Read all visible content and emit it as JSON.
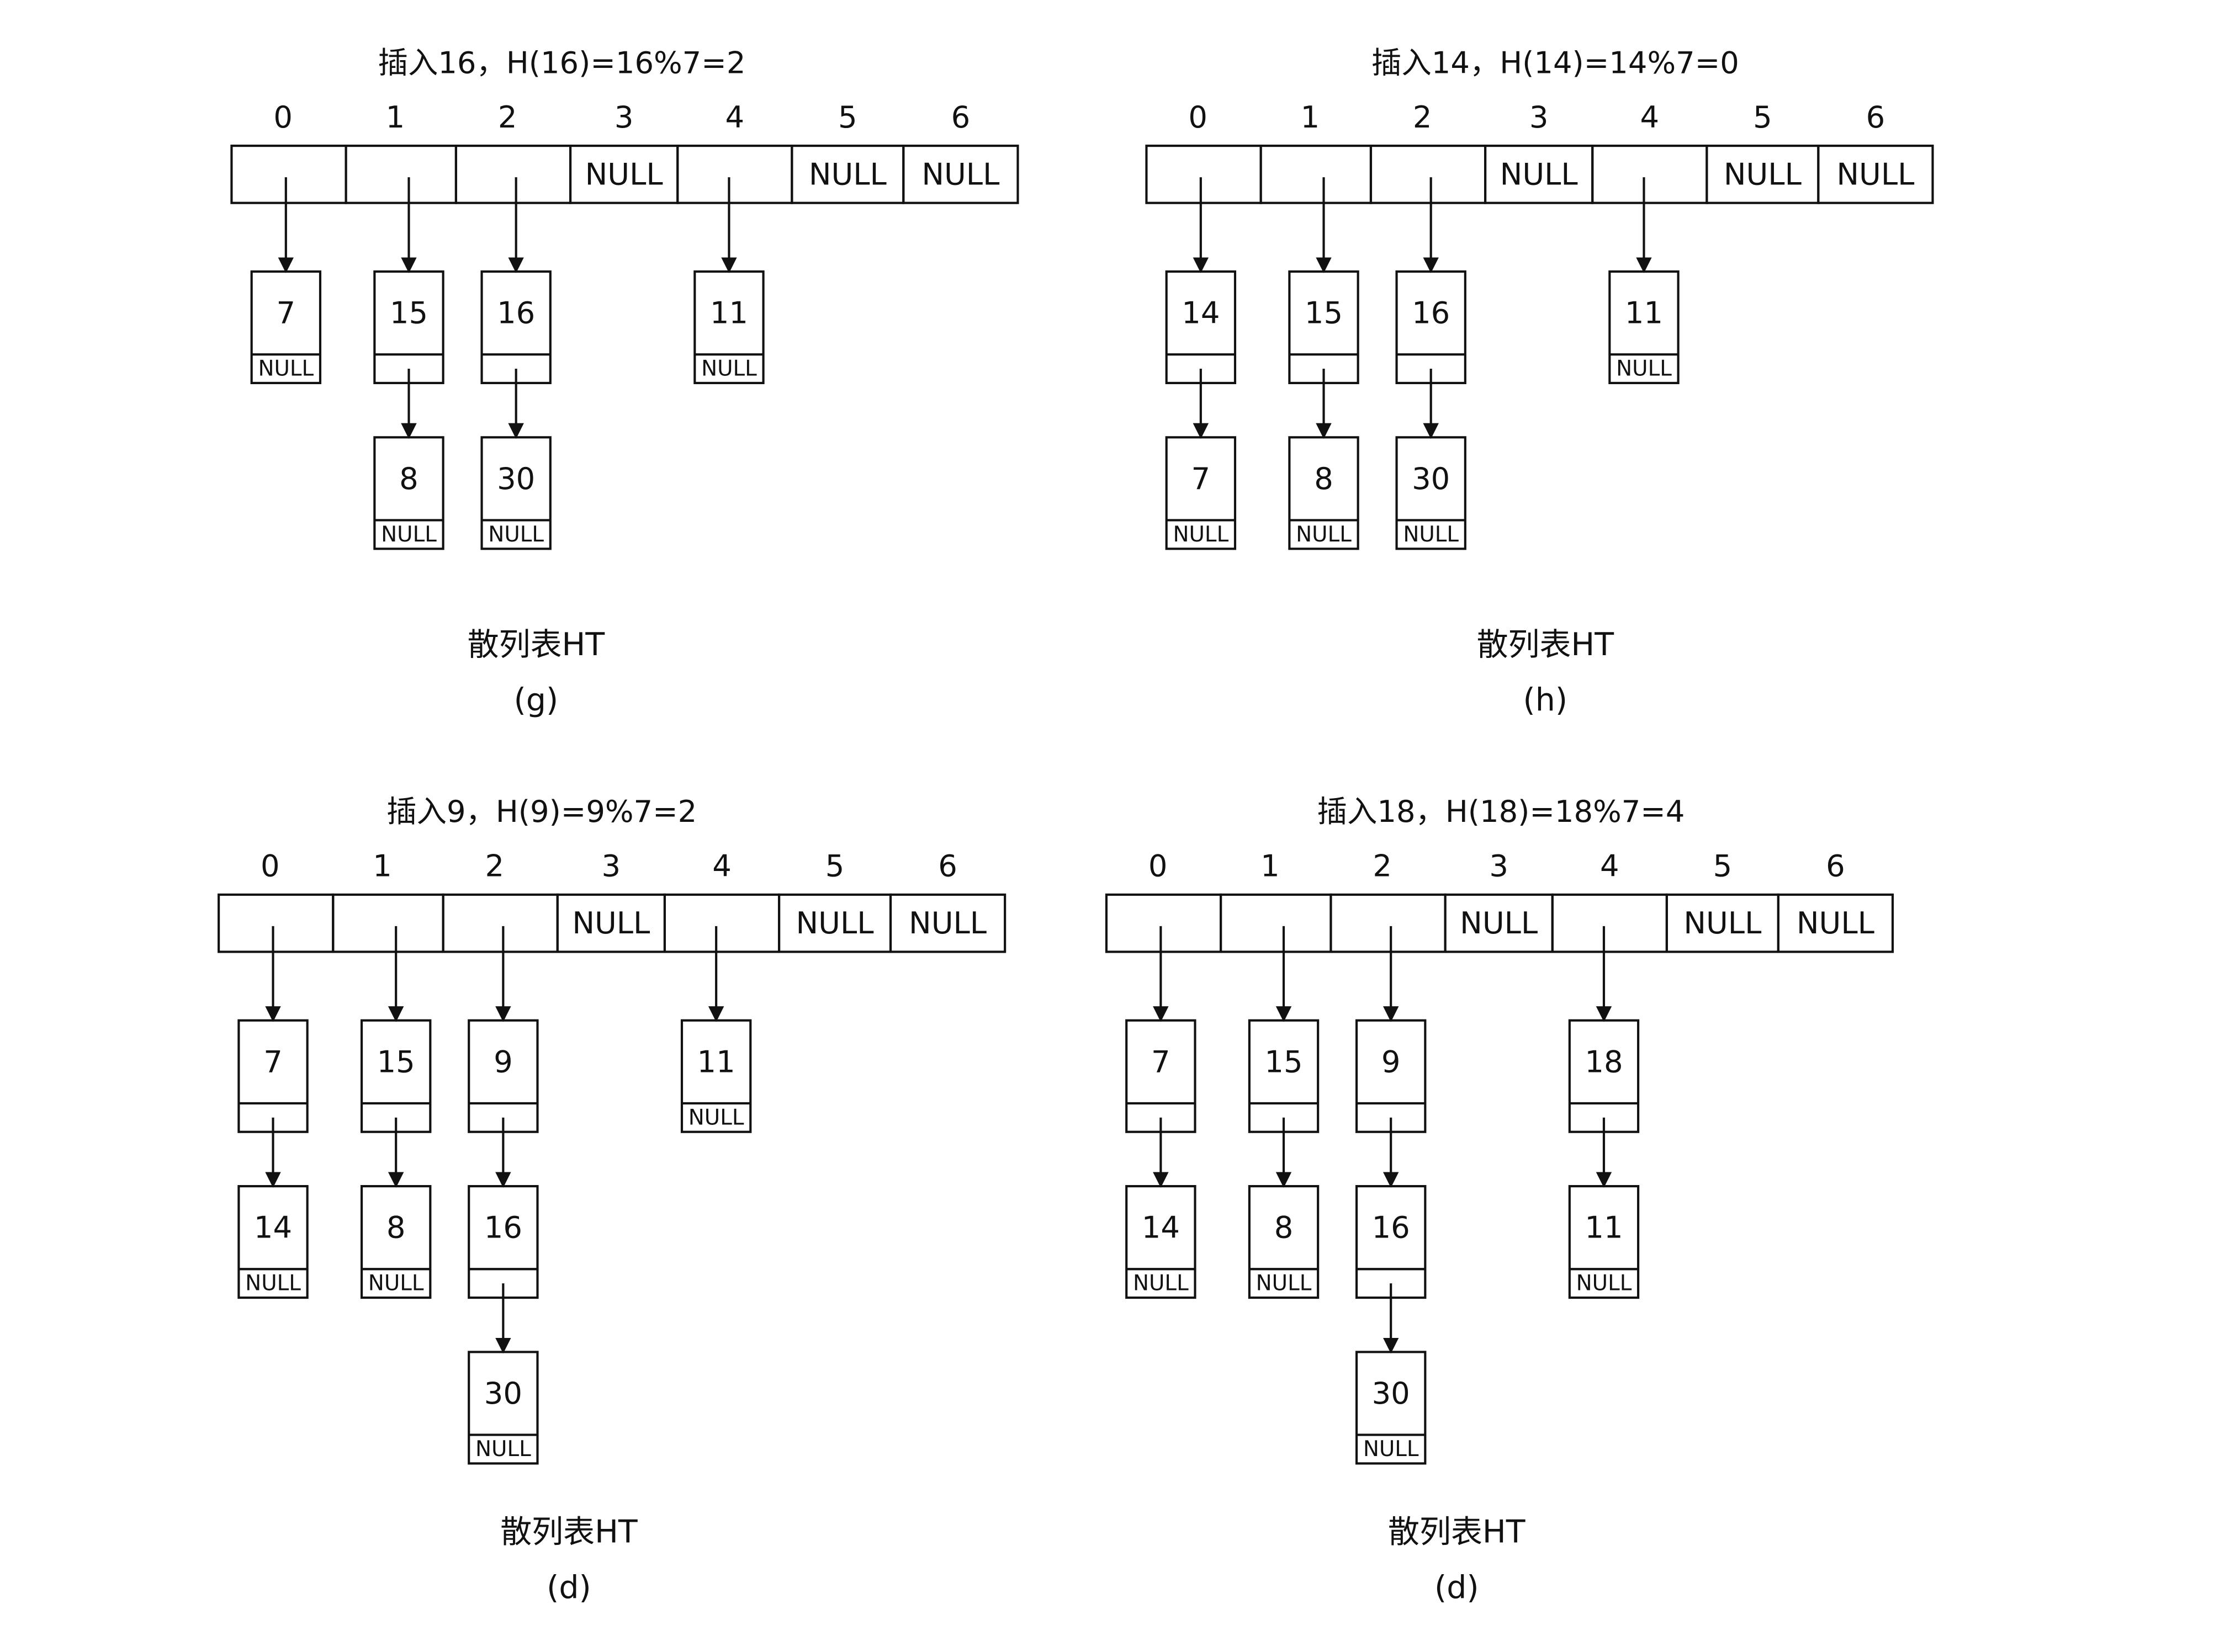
{
  "diagrams": [
    {
      "title": "插入16，H(16)=16%7=2",
      "indices": [
        "0",
        "1",
        "2",
        "3",
        "4",
        "5",
        "6"
      ],
      "slots": [
        "",
        "",
        "",
        "NULL",
        "",
        "NULL",
        "NULL"
      ],
      "chains": [
        {
          "slot": 0,
          "nodes": [
            "7"
          ]
        },
        {
          "slot": 1,
          "nodes": [
            "15",
            "8"
          ]
        },
        {
          "slot": 2,
          "nodes": [
            "16",
            "30"
          ]
        },
        {
          "slot": 4,
          "nodes": [
            "11"
          ]
        }
      ],
      "caption": "散列表HT",
      "label": "(g)"
    },
    {
      "title": "插入14，H(14)=14%7=0",
      "indices": [
        "0",
        "1",
        "2",
        "3",
        "4",
        "5",
        "6"
      ],
      "slots": [
        "",
        "",
        "",
        "NULL",
        "",
        "NULL",
        "NULL"
      ],
      "chains": [
        {
          "slot": 0,
          "nodes": [
            "14",
            "7"
          ]
        },
        {
          "slot": 1,
          "nodes": [
            "15",
            "8"
          ]
        },
        {
          "slot": 2,
          "nodes": [
            "16",
            "30"
          ]
        },
        {
          "slot": 4,
          "nodes": [
            "11"
          ]
        }
      ],
      "caption": "散列表HT",
      "label": "(h)"
    },
    {
      "title": "插入9，H(9)=9%7=2",
      "indices": [
        "0",
        "1",
        "2",
        "3",
        "4",
        "5",
        "6"
      ],
      "slots": [
        "",
        "",
        "",
        "NULL",
        "",
        "NULL",
        "NULL"
      ],
      "chains": [
        {
          "slot": 0,
          "nodes": [
            "7",
            "14"
          ]
        },
        {
          "slot": 1,
          "nodes": [
            "15",
            "8"
          ]
        },
        {
          "slot": 2,
          "nodes": [
            "9",
            "16",
            "30"
          ]
        },
        {
          "slot": 4,
          "nodes": [
            "11"
          ]
        }
      ],
      "caption": "散列表HT",
      "label": "(d)"
    },
    {
      "title": "插入18，H(18)=18%7=4",
      "indices": [
        "0",
        "1",
        "2",
        "3",
        "4",
        "5",
        "6"
      ],
      "slots": [
        "",
        "",
        "",
        "NULL",
        "",
        "NULL",
        "NULL"
      ],
      "chains": [
        {
          "slot": 0,
          "nodes": [
            "7",
            "14"
          ]
        },
        {
          "slot": 1,
          "nodes": [
            "15",
            "8"
          ]
        },
        {
          "slot": 2,
          "nodes": [
            "9",
            "16",
            "30"
          ]
        },
        {
          "slot": 4,
          "nodes": [
            "18",
            "11"
          ]
        }
      ],
      "caption": "散列表HT",
      "label": "(d)"
    }
  ],
  "null_text": "NULL",
  "colors": {
    "stroke": "#111111",
    "background": "#ffffff"
  }
}
